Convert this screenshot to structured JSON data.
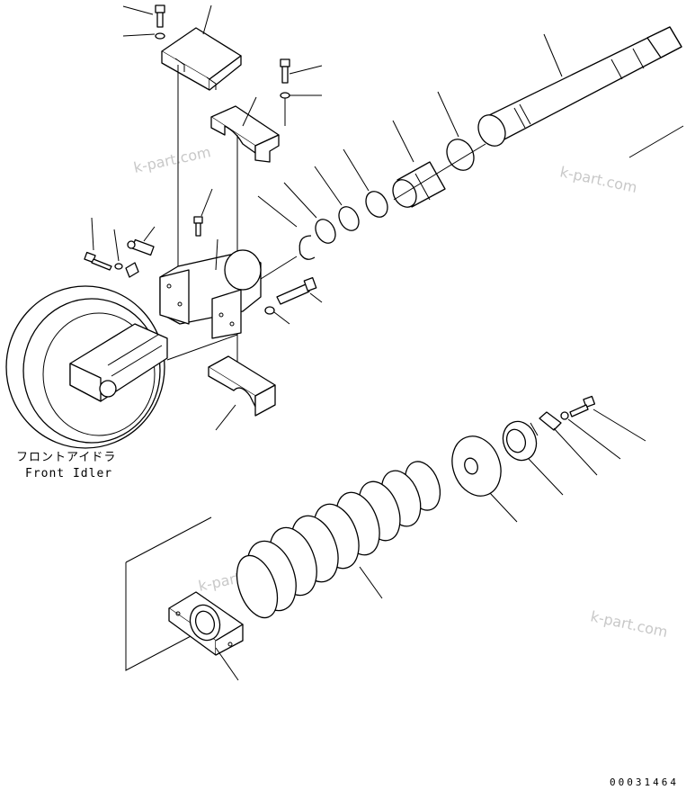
{
  "labels": {
    "idler_jp": "フロントアイドラ",
    "idler_en": "Front Idler",
    "drawing_code": "00031464"
  },
  "watermarks": [
    "k-part.com",
    "k-part.com",
    "k-part.com",
    "k-part.com"
  ],
  "icons": [
    "bolt-icon",
    "washer-icon",
    "plate-icon",
    "spring-icon",
    "idler-wheel-icon",
    "cylinder-icon"
  ]
}
